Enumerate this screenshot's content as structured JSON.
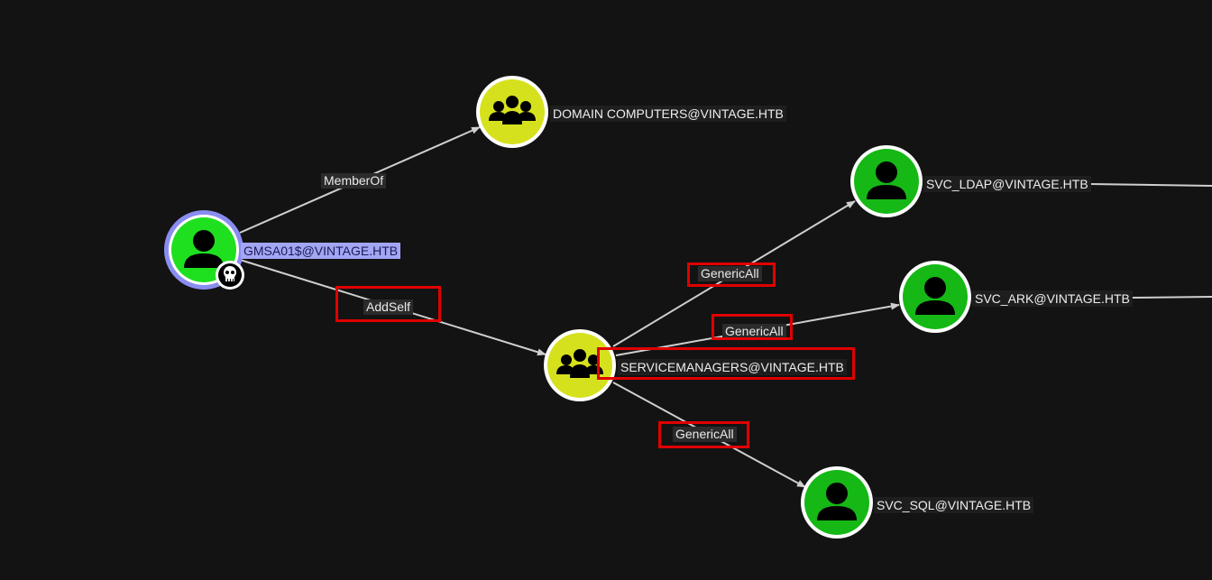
{
  "graph": {
    "nodes": {
      "gmsa01": {
        "label": "GMSA01$@VINTAGE.HTB",
        "kind": "user",
        "fill": "#1fe01f",
        "selected": true,
        "badge": "skull-icon"
      },
      "domain_computers": {
        "label": "DOMAIN COMPUTERS@VINTAGE.HTB",
        "kind": "group",
        "fill": "#d6e11e"
      },
      "servicemanagers": {
        "label": "SERVICEMANAGERS@VINTAGE.HTB",
        "kind": "group",
        "fill": "#d6e11e"
      },
      "svc_ldap": {
        "label": "SVC_LDAP@VINTAGE.HTB",
        "kind": "user",
        "fill": "#16b816"
      },
      "svc_ark": {
        "label": "SVC_ARK@VINTAGE.HTB",
        "kind": "user",
        "fill": "#16b816"
      },
      "svc_sql": {
        "label": "SVC_SQL@VINTAGE.HTB",
        "kind": "user",
        "fill": "#16b816"
      }
    },
    "edges": {
      "memberof": {
        "label": "MemberOf"
      },
      "addself": {
        "label": "AddSelf"
      },
      "genericall_ldap": {
        "label": "GenericAll"
      },
      "genericall_ark": {
        "label": "GenericAll"
      },
      "genericall_sql": {
        "label": "GenericAll"
      }
    },
    "colors": {
      "background": "#131313",
      "edge": "#cfcfcf",
      "node_ring": "#ffffff",
      "selected_ring": "#8a8df0",
      "highlight": "#e00000"
    }
  }
}
